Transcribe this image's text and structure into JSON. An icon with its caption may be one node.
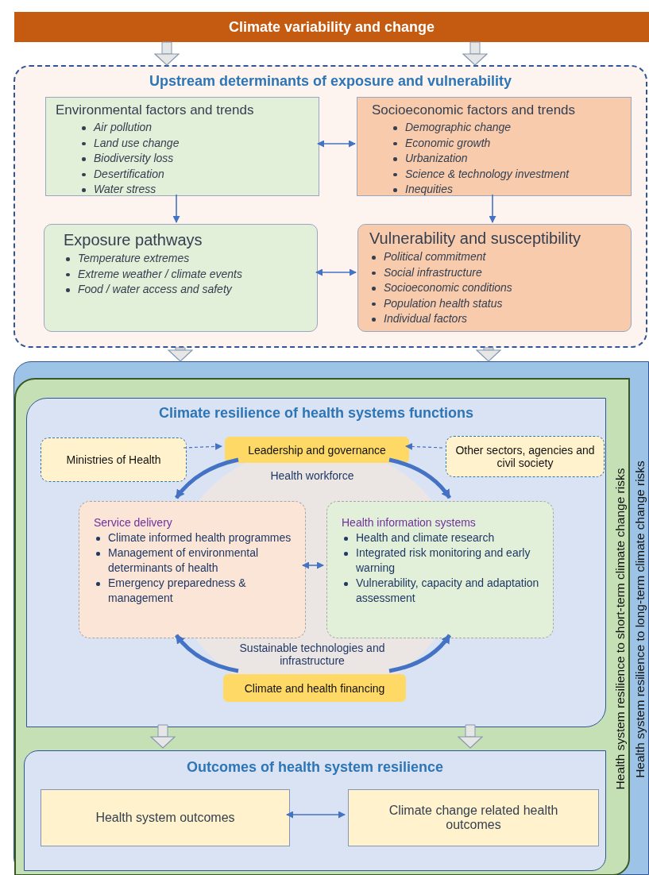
{
  "diagram": {
    "nodes": [
      {
        "text": [
          "Climate variability and change"
        ]
      },
      {
        "text": [
          "Upstream determinants of exposure and vulnerability"
        ]
      },
      {
        "text": [
          "Environmental factors and trends",
          "Air pollution",
          "Land use change",
          "Biodiversity loss",
          "Desertification",
          "Water stress"
        ],
        "in": 1
      },
      {
        "text": [
          "Socioeconomic factors and trends",
          "Demographic change",
          "Economic growth",
          "Urbanization",
          "Science & technology investment",
          "Inequities"
        ],
        "in": 1
      },
      {
        "text": [
          "Exposure pathways",
          "Temperature extremes",
          "Extreme weather / climate events",
          "Food / water access and safety"
        ],
        "in": 1
      },
      {
        "text": [
          "Vulnerability and susceptibility",
          "Political commitment",
          "Social infrastructure",
          "Socioeconomic conditions",
          "Population health status",
          "Individual factors"
        ],
        "in": 1
      },
      {
        "text": [
          "Health system resilience to long-term climate change risks"
        ]
      },
      {
        "text": [
          "Health system resilience to short-term climate change risks"
        ],
        "in": 6
      },
      {
        "text": [
          "Climate resilience of health systems functions"
        ],
        "in": 7
      },
      {
        "text": [
          "Ministries of Health"
        ],
        "in": 8
      },
      {
        "text": [
          "Leadership and governance"
        ],
        "in": 8
      },
      {
        "text": [
          "Other sectors, agencies and civil society"
        ],
        "in": 8
      },
      {
        "text": [
          "Service delivery",
          "Climate informed health programmes",
          "Management of environmental determinants of health",
          "Emergency preparedness & management"
        ],
        "in": 8
      },
      {
        "text": [
          "Health information systems",
          "Health and climate research",
          "Integrated risk monitoring and early warning",
          "Vulnerability, capacity and adaptation assessment"
        ],
        "in": 8
      },
      {
        "text": [
          "Climate and health financing"
        ],
        "in": 8
      },
      {
        "text": [
          "Outcomes of health system  resilience"
        ],
        "in": 7
      },
      {
        "text": [
          "Health system outcomes"
        ],
        "in": 15
      },
      {
        "text": [
          "Climate change related health outcomes"
        ],
        "in": 15
      }
    ],
    "edges": [
      {
        "from": 0,
        "to": 1,
        "arrow": "to",
        "color": "#8497b0"
      },
      {
        "from": 0,
        "to": 1,
        "arrow": "to",
        "color": "#8497b0"
      },
      {
        "from": 2,
        "to": 3,
        "arrow": "both"
      },
      {
        "from": 2,
        "to": 4,
        "arrow": "to"
      },
      {
        "from": 3,
        "to": 5,
        "arrow": "to"
      },
      {
        "from": 4,
        "to": 5,
        "arrow": "both"
      },
      {
        "from": 1,
        "to": 6,
        "arrow": "to",
        "color": "#8497b0"
      },
      {
        "from": 1,
        "to": 6,
        "arrow": "to",
        "color": "#8497b0"
      },
      {
        "from": 9,
        "to": 10,
        "arrow": "to",
        "style": "dashed"
      },
      {
        "from": 11,
        "to": 10,
        "arrow": "to",
        "style": "dashed"
      },
      {
        "from": 10,
        "to": 12,
        "arrow": "to",
        "style": "thick"
      },
      {
        "from": 10,
        "to": 13,
        "arrow": "to",
        "style": "thick"
      },
      {
        "from": 14,
        "to": 12,
        "arrow": "to",
        "style": "thick"
      },
      {
        "from": 14,
        "to": 13,
        "arrow": "to",
        "style": "thick"
      },
      {
        "from": 12,
        "to": 13,
        "arrow": "both"
      },
      {
        "from": 8,
        "to": 15,
        "arrow": "to",
        "color": "#8497b0"
      },
      {
        "from": 8,
        "to": 15,
        "arrow": "to",
        "color": "#8497b0"
      },
      {
        "from": 16,
        "to": 17,
        "arrow": "both"
      }
    ],
    "labels": [
      "Health workforce",
      "Sustainable technologies and infrastructure"
    ]
  }
}
